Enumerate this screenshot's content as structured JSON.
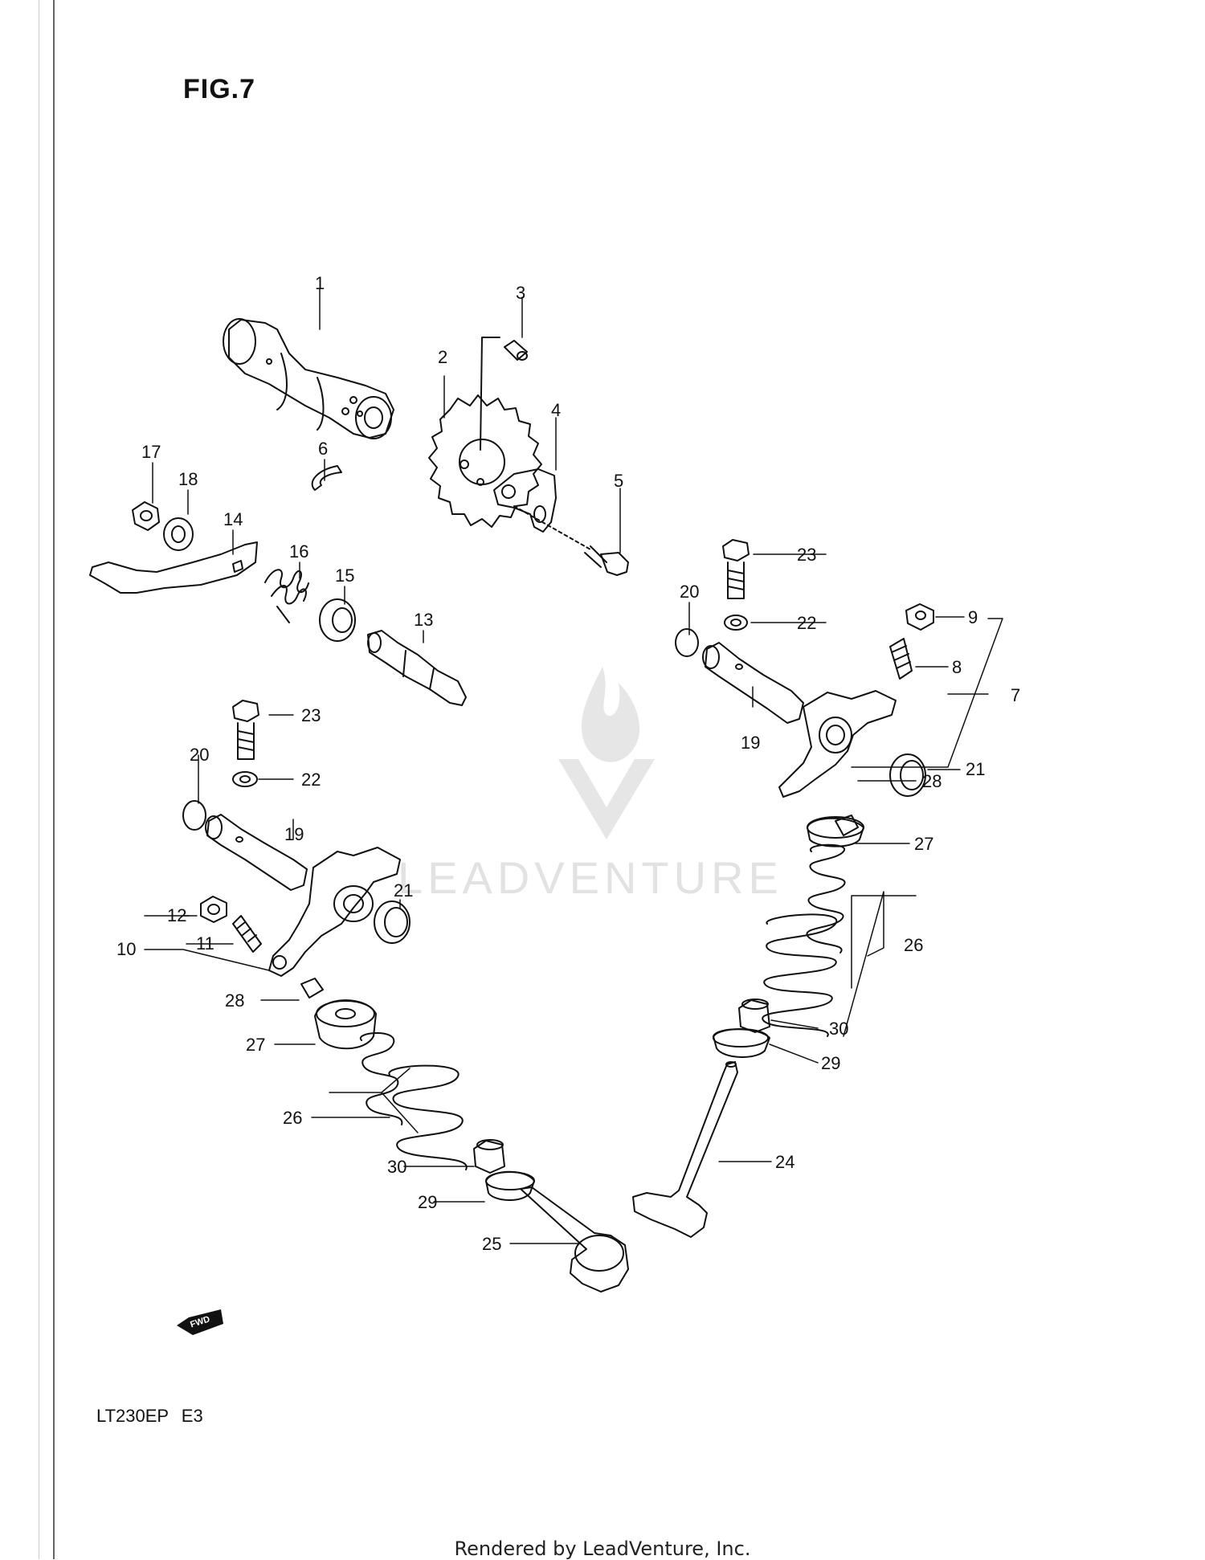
{
  "figure": {
    "title": "FIG.7",
    "model": "LT230EP E3",
    "watermark": "LEADVENTURE",
    "fwd_badge": "FWD",
    "footer": "Rendered by LeadVenture, Inc."
  },
  "callouts": {
    "c1": "1",
    "c2": "2",
    "c3": "3",
    "c4": "4",
    "c5": "5",
    "c6": "6",
    "c7": "7",
    "c8": "8",
    "c9": "9",
    "c10": "10",
    "c11": "11",
    "c12": "12",
    "c13": "13",
    "c14": "14",
    "c15": "15",
    "c16": "16",
    "c17": "17",
    "c18": "18",
    "c19a": "19",
    "c19b": "19",
    "c20a": "20",
    "c20b": "20",
    "c21a": "21",
    "c21b": "21",
    "c22a": "22",
    "c22b": "22",
    "c23a": "23",
    "c23b": "23",
    "c24": "24",
    "c25": "25",
    "c26a": "26",
    "c26b": "26",
    "c27a": "27",
    "c27b": "27",
    "c28a": "28",
    "c28b": "28",
    "c29a": "29",
    "c29b": "29",
    "c30a": "30",
    "c30b": "30"
  },
  "colors": {
    "ink": "#111111",
    "watermark": "#e2e2e2",
    "paper": "#ffffff"
  }
}
